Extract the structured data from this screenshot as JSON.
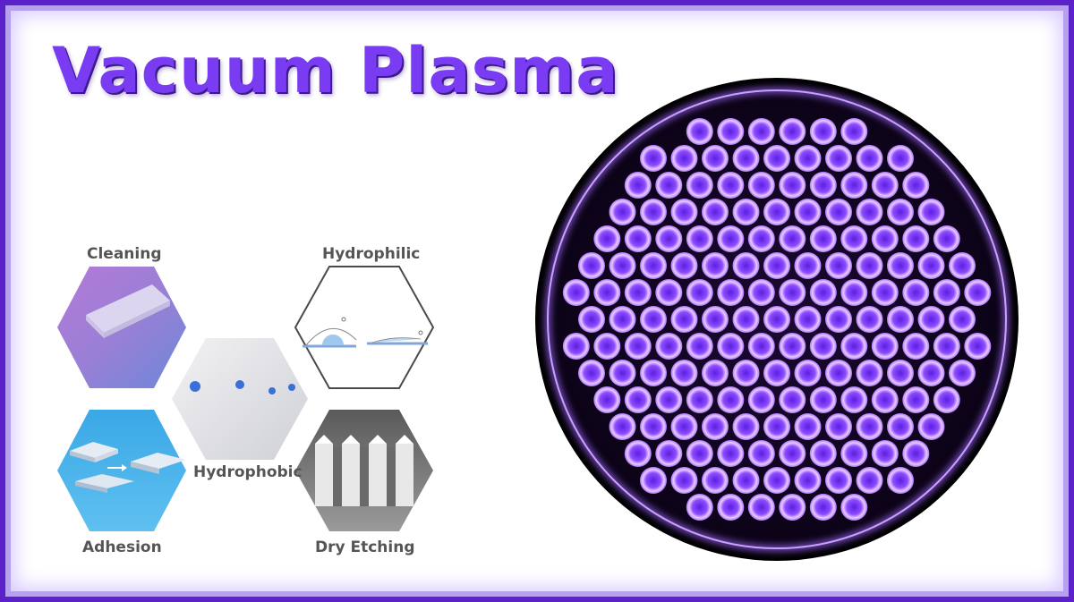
{
  "title": "Vacuum Plasma",
  "applications": {
    "cleaning": "Cleaning",
    "hydrophilic": "Hydrophilic",
    "hydrophobic": "Hydrophobic",
    "adhesion": "Adhesion",
    "dry_etching": "Dry Etching"
  },
  "colors": {
    "accent": "#7a3cf2",
    "frame": "#5a22c8",
    "plasma_glow": "#a066ff"
  }
}
